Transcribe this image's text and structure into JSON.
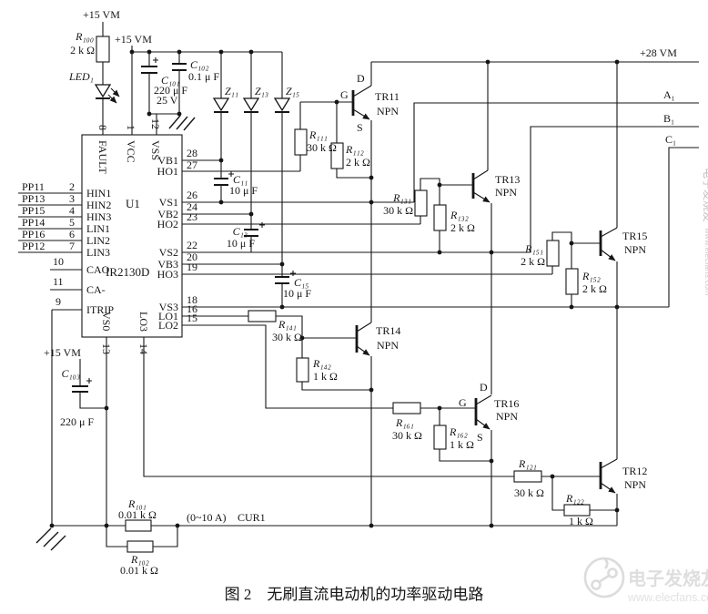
{
  "caption": "图 2　无刷直流电动机的功率驱动电路",
  "labels": {
    "vm15": "+15 VM",
    "v28": "+28 VM",
    "a1": "A₁",
    "b1": "B₁",
    "c1": "C₁",
    "cur_range": "(0~10 A)",
    "cur": "CUR1",
    "d": "D",
    "g": "G",
    "s": "S"
  },
  "ic": {
    "ref": "U1",
    "part": "IR2130D",
    "top": [
      {
        "num": "8",
        "pin": "FAULT"
      },
      {
        "num": "1",
        "pin": "VCC"
      },
      {
        "num": "12",
        "pin": "VSS"
      }
    ],
    "left": [
      {
        "sig": "PP11",
        "num": "2",
        "pin": "HIN1"
      },
      {
        "sig": "PP13",
        "num": "3",
        "pin": "HIN2"
      },
      {
        "sig": "PP15",
        "num": "4",
        "pin": "HIN3"
      },
      {
        "sig": "PP14",
        "num": "5",
        "pin": "LIN1"
      },
      {
        "sig": "PP16",
        "num": "6",
        "pin": "LIN2"
      },
      {
        "sig": "PP12",
        "num": "7",
        "pin": "LIN3"
      },
      {
        "num": "10",
        "pin": "CAO"
      },
      {
        "num": "11",
        "pin": "CA-"
      },
      {
        "num": "9",
        "pin": "ITRIP"
      }
    ],
    "right": [
      {
        "num": "28",
        "pin": "VB1"
      },
      {
        "num": "27",
        "pin": "HO1"
      },
      {
        "num": "26",
        "pin": "VS1"
      },
      {
        "num": "24",
        "pin": "VB2"
      },
      {
        "num": "23",
        "pin": "HO2"
      },
      {
        "num": "22",
        "pin": "VS2"
      },
      {
        "num": "20",
        "pin": "VB3"
      },
      {
        "num": "19",
        "pin": "HO3"
      },
      {
        "num": "18",
        "pin": "VS3"
      },
      {
        "num": "16",
        "pin": "LO1"
      },
      {
        "num": "15",
        "pin": "LO2"
      }
    ],
    "bottom": [
      {
        "num": "13",
        "pin": "VS0"
      },
      {
        "num": "14",
        "pin": "LO3"
      }
    ]
  },
  "parts": {
    "r100": {
      "ref": "R₁₀₀",
      "val": "2 k Ω"
    },
    "r101": {
      "ref": "R₁₀₁",
      "val": "0.01 k Ω"
    },
    "r102": {
      "ref": "R₁₀₂",
      "val": "0.01 k Ω"
    },
    "r111": {
      "ref": "R₁₁₁",
      "val": "30 k Ω"
    },
    "r112": {
      "ref": "R₁₁₂",
      "val": "2 k Ω"
    },
    "r121": {
      "ref": "R₁₂₁",
      "val": "30 k Ω"
    },
    "r122": {
      "ref": "R₁₂₂",
      "val": "1 k Ω"
    },
    "r131": {
      "ref": "R₁₃₁",
      "val": "30 k Ω"
    },
    "r132": {
      "ref": "R₁₃₂",
      "val": "2 k Ω"
    },
    "r141": {
      "ref": "R₁₄₁",
      "val": "30 k Ω"
    },
    "r142": {
      "ref": "R₁₄₂",
      "val": "1 k Ω"
    },
    "r151": {
      "ref": "R₁₅₁",
      "val": "2 k Ω"
    },
    "r152": {
      "ref": "R₁₅₂",
      "val": "2 k Ω"
    },
    "r161": {
      "ref": "R₁₆₁",
      "val": "30 k Ω"
    },
    "r162": {
      "ref": "R₁₆₂",
      "val": "1 k Ω"
    },
    "c101": {
      "ref": "C₁₀₁",
      "val": "220 μ F",
      "vrating": "25 V"
    },
    "c102": {
      "ref": "C₁₀₂",
      "val": "0.1 μ F"
    },
    "c103": {
      "ref": "C₁₀₃",
      "val": "220 μ F"
    },
    "c11": {
      "ref": "C₁₁",
      "val": "10 μ F"
    },
    "c13": {
      "ref": "C₁₃",
      "val": "10 μ F"
    },
    "c15": {
      "ref": "C₁₅",
      "val": "10 μ F"
    },
    "led1": {
      "ref": "LED₁"
    },
    "z11": {
      "ref": "Z₁₁"
    },
    "z13": {
      "ref": "Z₁₃"
    },
    "z15": {
      "ref": "Z₁₅"
    },
    "tr11": {
      "ref": "TR11",
      "type": "NPN"
    },
    "tr12": {
      "ref": "TR12",
      "type": "NPN"
    },
    "tr13": {
      "ref": "TR13",
      "type": "NPN"
    },
    "tr14": {
      "ref": "TR14",
      "type": "NPN"
    },
    "tr15": {
      "ref": "TR15",
      "type": "NPN"
    },
    "tr16": {
      "ref": "TR16",
      "type": "NPN"
    }
  },
  "watermark": {
    "brand": "电子发烧友",
    "url": "www.elecfans.com"
  }
}
